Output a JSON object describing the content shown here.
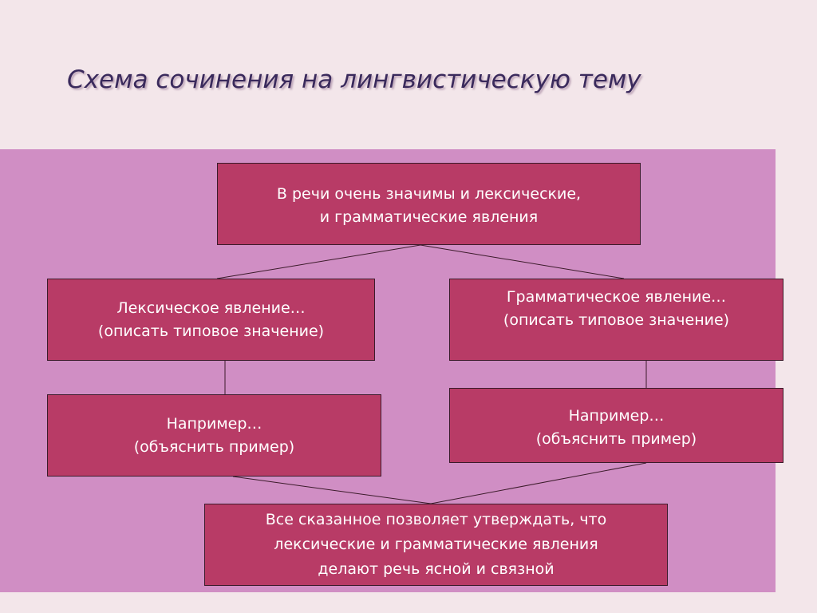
{
  "title": "Схема сочинения на лингвистическую тему",
  "colors": {
    "background": "#f3e6ea",
    "panel": "#d08ec4",
    "box_fill": "#b83b66",
    "box_border": "#3b1b2a",
    "box_text": "#ffffff",
    "title_text": "#3a2a5c"
  },
  "diagram": {
    "root": {
      "lines": [
        "В речи очень значимы и лексические,",
        "и грамматические явления"
      ]
    },
    "lexical": {
      "lines": [
        "Лексическое явление…",
        "(описать типовое значение)"
      ]
    },
    "grammatical": {
      "lines": [
        "Грамматическое явление…",
        "(описать типовое значение)"
      ]
    },
    "example_left": {
      "lines": [
        "Например…",
        "(объяснить пример)"
      ]
    },
    "example_right": {
      "lines": [
        "Например…",
        "(объяснить пример)"
      ]
    },
    "conclusion": {
      "lines": [
        "Все сказанное позволяет утверждать, что",
        "лексические и грамматические явления",
        "делают речь ясной и связной"
      ]
    }
  }
}
